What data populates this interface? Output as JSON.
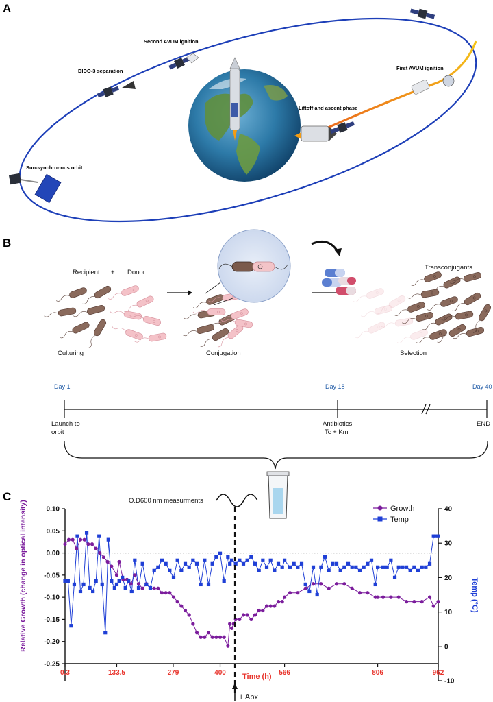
{
  "panel_a": {
    "panel_label": "A",
    "stages": {
      "second_avum": "Second AVUM ignition",
      "dido": "DIDO-3 separation",
      "first_avum": "First AVUM ignition",
      "liftoff": "Liftoff and ascent phase",
      "sso": "Sun-synchronous orbit"
    },
    "colors": {
      "orbit": "#1d3fb8",
      "ascent": "#f39c12",
      "ascent_inner": "#e8501d"
    }
  },
  "panel_b": {
    "panel_label": "B",
    "recipient": "Recipient",
    "plus": "+",
    "donor": "Donor",
    "culturing": "Culturing",
    "conjugation": "Conjugation",
    "selection": "Selection",
    "transconjugants": "Transconjugants",
    "timeline": {
      "day1": "Day 1",
      "day18": "Day 18",
      "day40": "Day 40",
      "launch_line1": "Launch to",
      "launch_line2": "orbit",
      "antibiotics_line1": "Antibiotics",
      "antibiotics_line2": "Tc + Km",
      "end": "END"
    }
  },
  "panel_c": {
    "panel_label": "C",
    "od_label": "O.D600 nm measurments",
    "abx_label": "+ Abx"
  },
  "chart_data": {
    "type": "line",
    "xlabel": "Time (h)",
    "ylabel_left": "Relative Growth (change in optical intensity)",
    "ylabel_right": "Temp (°C)",
    "x_ticks": [
      "0.3",
      "133.5",
      "279",
      "400",
      "566",
      "806",
      "962"
    ],
    "y_left_ticks": [
      "0.10",
      "0.05",
      "0.00",
      "-0.05",
      "-0.10",
      "-0.15",
      "-0.20",
      "-0.25"
    ],
    "y_right_ticks": [
      "40",
      "30",
      "20",
      "10",
      "0",
      "-10"
    ],
    "ylim_left": [
      -0.25,
      0.1
    ],
    "ylim_right": [
      -10,
      40
    ],
    "xlim": [
      0.3,
      962
    ],
    "legend_position": "top-right",
    "series": [
      {
        "name": "Growth",
        "axis": "left",
        "color": "#7b1c9c",
        "x": [
          0.3,
          10,
          20,
          30,
          40,
          50,
          60,
          70,
          80,
          90,
          100,
          110,
          120,
          133.5,
          140,
          150,
          160,
          170,
          180,
          190,
          200,
          210,
          220,
          230,
          240,
          250,
          260,
          270,
          280,
          290,
          300,
          310,
          320,
          330,
          340,
          350,
          360,
          370,
          380,
          390,
          400,
          410,
          420,
          425,
          430,
          435,
          440,
          450,
          460,
          470,
          480,
          490,
          500,
          510,
          520,
          530,
          540,
          550,
          560,
          566,
          580,
          600,
          620,
          640,
          660,
          680,
          700,
          720,
          740,
          760,
          780,
          800,
          806,
          820,
          840,
          860,
          880,
          900,
          920,
          940,
          950,
          962
        ],
        "values": [
          0.02,
          0.03,
          0.03,
          0.01,
          0.03,
          0.03,
          0.02,
          0.02,
          0.01,
          0.0,
          -0.01,
          -0.02,
          -0.03,
          -0.05,
          -0.02,
          -0.06,
          -0.06,
          -0.07,
          -0.05,
          -0.07,
          -0.08,
          -0.07,
          -0.08,
          -0.08,
          -0.08,
          -0.09,
          -0.09,
          -0.09,
          -0.1,
          -0.11,
          -0.12,
          -0.13,
          -0.14,
          -0.16,
          -0.18,
          -0.19,
          -0.19,
          -0.18,
          -0.19,
          -0.19,
          -0.19,
          -0.19,
          -0.21,
          -0.16,
          -0.17,
          -0.16,
          -0.15,
          -0.15,
          -0.14,
          -0.14,
          -0.15,
          -0.14,
          -0.13,
          -0.13,
          -0.12,
          -0.12,
          -0.12,
          -0.11,
          -0.11,
          -0.1,
          -0.09,
          -0.09,
          -0.08,
          -0.07,
          -0.07,
          -0.08,
          -0.07,
          -0.07,
          -0.08,
          -0.09,
          -0.09,
          -0.1,
          -0.1,
          -0.1,
          -0.1,
          -0.1,
          -0.11,
          -0.11,
          -0.11,
          -0.1,
          -0.12,
          -0.11
        ]
      },
      {
        "name": "Temp",
        "axis": "right",
        "color": "#1f3fd6",
        "x": [
          0.3,
          8,
          16,
          24,
          32,
          40,
          48,
          56,
          64,
          72,
          80,
          88,
          96,
          104,
          112,
          120,
          128,
          133.5,
          140,
          148,
          156,
          164,
          172,
          180,
          190,
          200,
          210,
          220,
          230,
          240,
          250,
          260,
          270,
          280,
          290,
          300,
          310,
          320,
          330,
          340,
          350,
          360,
          370,
          380,
          390,
          400,
          410,
          420,
          425,
          430,
          440,
          450,
          460,
          470,
          480,
          490,
          500,
          510,
          520,
          530,
          540,
          550,
          560,
          566,
          580,
          590,
          600,
          610,
          620,
          630,
          640,
          650,
          660,
          670,
          680,
          690,
          700,
          710,
          720,
          730,
          740,
          750,
          760,
          770,
          780,
          790,
          800,
          806,
          820,
          830,
          840,
          850,
          860,
          870,
          880,
          890,
          900,
          910,
          920,
          930,
          940,
          950,
          955,
          962
        ],
        "values": [
          19,
          19,
          6,
          18,
          32,
          16,
          18,
          33,
          17,
          16,
          19,
          32,
          18,
          4,
          31,
          19,
          17,
          18,
          19,
          20,
          17,
          19,
          16,
          25,
          17,
          24,
          18,
          17,
          22,
          23,
          25,
          24,
          22,
          20,
          25,
          22,
          24,
          23,
          25,
          24,
          18,
          25,
          18,
          24,
          26,
          27,
          19,
          26,
          24,
          25,
          24,
          25,
          24,
          25,
          26,
          24,
          22,
          25,
          23,
          25,
          22,
          24,
          23,
          25,
          23,
          24,
          23,
          24,
          18,
          16,
          23,
          15,
          23,
          26,
          22,
          24,
          24,
          22,
          23,
          24,
          23,
          23,
          22,
          23,
          24,
          25,
          18,
          23,
          23,
          23,
          25,
          20,
          23,
          23,
          23,
          22,
          23,
          22,
          23,
          23,
          24,
          32,
          32,
          32
        ]
      }
    ]
  }
}
